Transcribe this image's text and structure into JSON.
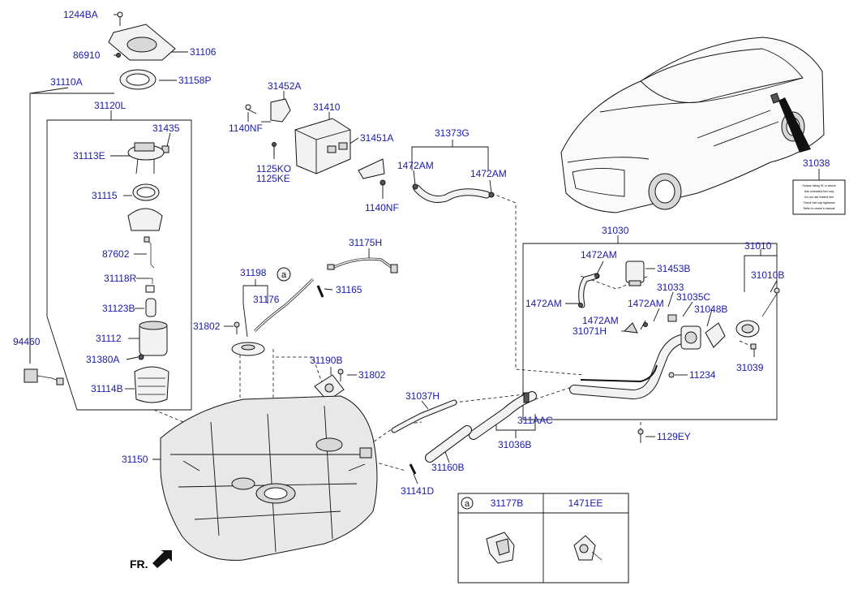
{
  "diagram": {
    "part_labels": [
      "1244BA",
      "86910",
      "31106",
      "31158P",
      "31110A",
      "31120L",
      "31435",
      "31113E",
      "31115",
      "87602",
      "31118R",
      "31123B",
      "31112",
      "31380A",
      "31114B",
      "94460",
      "31452A",
      "1140NF",
      "31410",
      "31451A",
      "1125KO",
      "1125KE",
      "1140NF",
      "31373G",
      "1472AM",
      "1472AM",
      "31038",
      "31175H",
      "31198",
      "31176",
      "31165",
      "31802",
      "31190B",
      "31802",
      "31030",
      "1472AM",
      "31453B",
      "31010",
      "31010B",
      "31033",
      "31035C",
      "1472AM",
      "1472AM",
      "31048B",
      "1472AM",
      "31071H",
      "11234",
      "31039",
      "31037H",
      "311AAC",
      "31036B",
      "1129EY",
      "31150",
      "31160B",
      "31141D"
    ],
    "callout_marker": "a",
    "front_marker": "FR.",
    "label_plate_lines": [
      "Octane rating 91 or above",
      "Use unleaded fuel only",
      "Do not use leaded fuel",
      "Check fuel cap tightness",
      "Refer to owner's manual"
    ],
    "legend_table": {
      "callout": "a",
      "headers": [
        "31177B",
        "1471EE"
      ]
    }
  }
}
